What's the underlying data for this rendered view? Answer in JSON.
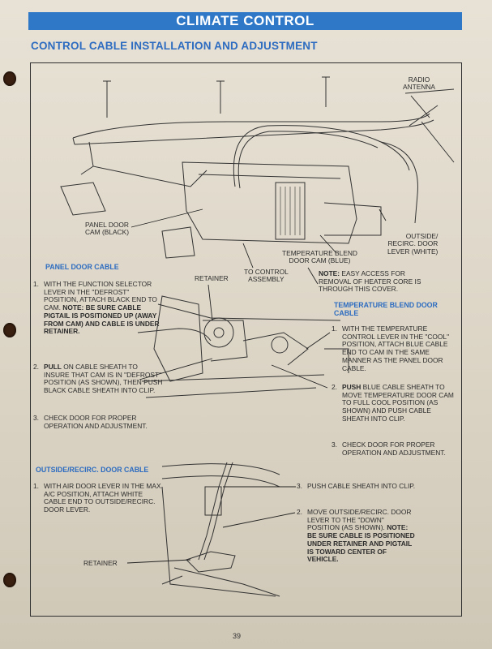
{
  "header": {
    "title": "CLIMATE CONTROL"
  },
  "subtitle": "CONTROL CABLE INSTALLATION AND ADJUSTMENT",
  "labels": {
    "radio_antenna": "RADIO\nANTENNA",
    "panel_door_cam": "PANEL DOOR\nCAM (BLACK)",
    "outside_recirc_lever": "OUTSIDE/\nRECIRC. DOOR\nLEVER (WHITE)",
    "temp_blend_cam": "TEMPERATURE BLEND\nDOOR CAM (BLUE)",
    "to_control_assembly": "TO CONTROL\nASSEMBLY",
    "retainer_top": "RETAINER",
    "retainer_bottom": "RETAINER"
  },
  "note": {
    "label": "NOTE:",
    "text": " EASY ACCESS FOR REMOVAL OF HEATER CORE IS THROUGH THIS COVER."
  },
  "panel_door_cable": {
    "title": "PANEL DOOR CABLE",
    "step1": {
      "num": "1.",
      "text": "WITH THE FUNCTION SELECTOR LEVER IN THE \"DEFROST\" POSITION, ATTACH BLACK END TO CAM. ",
      "bold": "NOTE: BE SURE CABLE PIGTAIL IS POSITIONED UP (AWAY FROM CAM) AND CABLE IS UNDER RETAINER."
    },
    "step2": {
      "num": "2.",
      "bold": "PULL",
      "text": " ON CABLE SHEATH TO INSURE THAT CAM IS IN \"DEFROST\" POSITION (AS SHOWN), THEN PUSH BLACK CABLE SHEATH INTO CLIP."
    },
    "step3": {
      "num": "3.",
      "text": "CHECK DOOR FOR PROPER OPERATION AND ADJUSTMENT."
    }
  },
  "temp_blend_cable": {
    "title": "TEMPERATURE BLEND DOOR CABLE",
    "step1": {
      "num": "1.",
      "text": "WITH THE TEMPERATURE CONTROL LEVER IN THE \"COOL\" POSITION, ATTACH BLUE CABLE END TO CAM IN THE SAME MANNER AS THE PANEL DOOR CABLE."
    },
    "step2": {
      "num": "2.",
      "bold": "PUSH",
      "text": " BLUE CABLE SHEATH TO MOVE TEMPERATURE DOOR CAM TO FULL COOL POSITION (AS SHOWN) AND PUSH CABLE SHEATH INTO CLIP."
    },
    "step3": {
      "num": "3.",
      "text": "CHECK DOOR FOR PROPER OPERATION AND ADJUSTMENT."
    }
  },
  "outside_recirc_cable": {
    "title": "OUTSIDE/RECIRC. DOOR CABLE",
    "step1": {
      "num": "1.",
      "text": "WITH AIR DOOR LEVER IN THE MAX. A/C POSITION, ATTACH WHITE CABLE END TO OUTSIDE/RECIRC. DOOR LEVER."
    },
    "step3": {
      "num": "3.",
      "text": "PUSH CABLE SHEATH INTO CLIP."
    },
    "step2": {
      "num": "2.",
      "text": "MOVE OUTSIDE/RECIRC. DOOR LEVER TO THE \"DOWN\" POSITION (AS SHOWN). ",
      "bold": "NOTE: BE SURE CABLE IS POSITIONED UNDER RETAINER AND PIGTAIL IS TOWARD CENTER OF VEHICLE."
    }
  },
  "page_number": "39",
  "colors": {
    "accent_blue": "#2f78c8",
    "paper": "#e3ddd0",
    "ink": "#2c2c2c"
  }
}
